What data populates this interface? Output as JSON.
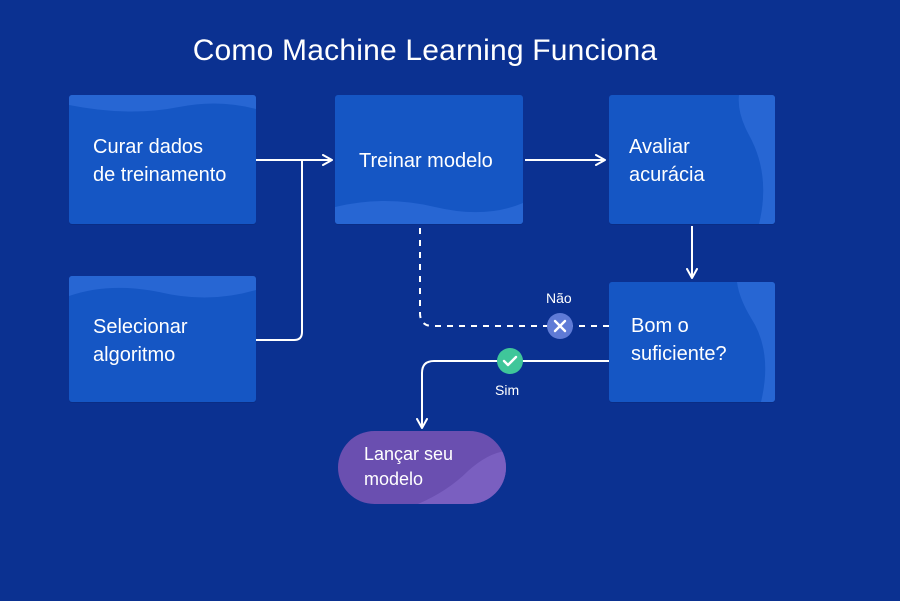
{
  "title": "Como Machine Learning Funciona",
  "nodes": {
    "curate": "Curar dados\nde treinamento",
    "select": "Selecionar\nalgoritmo",
    "train": "Treinar modelo",
    "evaluate": "Avaliar\nacurácia",
    "decision": "Bom o\nsuficiente?",
    "launch": "Lançar seu\nmodelo"
  },
  "edges": {
    "no_label": "Não",
    "yes_label": "Sim"
  },
  "colors": {
    "background": "#0b3191",
    "box": "#1556c4",
    "launch": "#6a4fb0",
    "yes": "#3fc69a",
    "no": "#5f7bd6"
  },
  "icons": {
    "no": "x-icon",
    "yes": "check-icon"
  }
}
